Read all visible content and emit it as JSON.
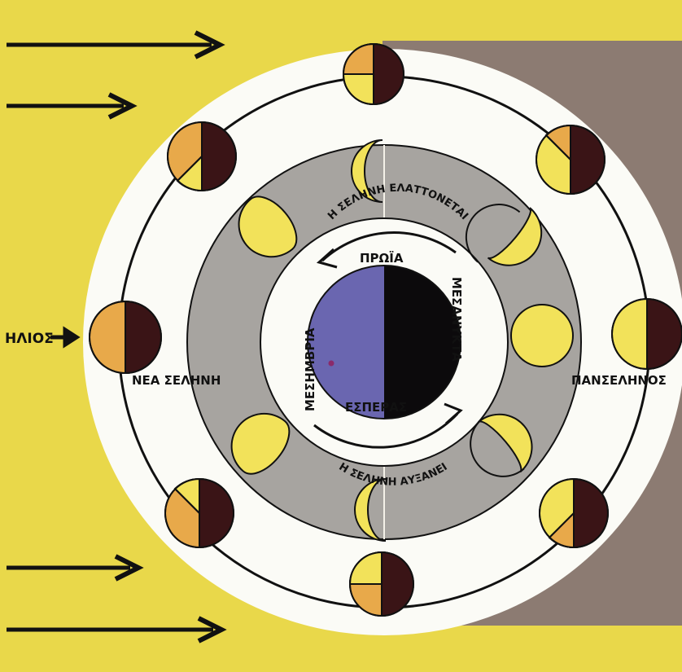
{
  "labels": {
    "sun": "ΗΛΙΟΣ",
    "new_moon": "ΝΕΑ ΣΕΛΗΝΗ",
    "full_moon": "ΠΑΝΣΕΛΗΝΟΣ",
    "morning": "ΠΡΩΪΑ",
    "evening": "ΕΣΠΕΡΑΣ",
    "noon": "ΜΕΣΗΜΒΡΙΑ",
    "midnight": "ΜΕΣΑΝΥΚΤΑ",
    "waning": "Η ΣΕΛΗΝΗ ΕΛΑΤΤΟΝΕΤΑΙ",
    "waxing": "Η ΣΕΛΗΝΗ ΑΥΞΑΝΕΙ"
  },
  "colors": {
    "background": "#e9d84a",
    "night_panel": "#8c7b72",
    "white_ring": "#fbfbf6",
    "grey_band": "#a7a4a0",
    "earth_day": "#6a66b0",
    "earth_night": "#0c0a0c",
    "moon_lit": "#f2e25a",
    "moon_lit_warm": "#e8a94a",
    "moon_dark": "#3a1416"
  },
  "icons": [
    "sun-ray-arrow-icon",
    "earth-icon",
    "moon-phase-icon",
    "direction-arrow-icon"
  ]
}
